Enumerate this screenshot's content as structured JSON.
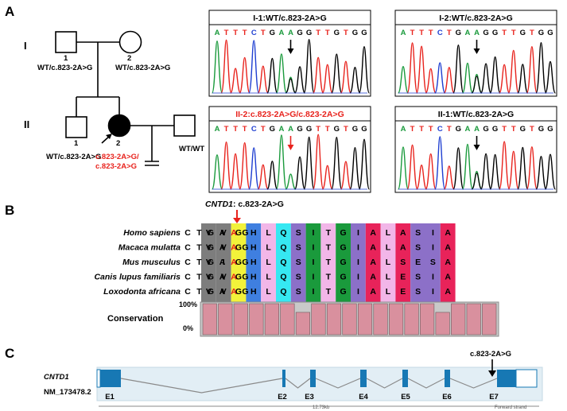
{
  "panels": {
    "a": "A",
    "b": "B",
    "c": "C"
  },
  "pedigree": {
    "gen1_label": "I",
    "gen2_label": "II",
    "i1": {
      "num": "1",
      "genotype": "WT/c.823-2A>G"
    },
    "i2": {
      "num": "2",
      "genotype": "WT/c.823-2A>G"
    },
    "ii1": {
      "num": "1",
      "genotype": "WT/c.823-2A>G"
    },
    "ii2": {
      "num": "2",
      "genotype_line1": "c.823-2A>G/",
      "genotype_line2": "c.823-2A>G"
    },
    "spouse": {
      "genotype": "WT/WT"
    }
  },
  "chromatograms": [
    {
      "title": "I-1:WT/c.823-2A>G",
      "title_color": "#000000",
      "arrow_color": "#000000"
    },
    {
      "title": "I-2:WT/c.823-2A>G",
      "title_color": "#000000",
      "arrow_color": "#000000"
    },
    {
      "title": "II-2:c.823-2A>G/c.823-2A>G",
      "title_color": "#e8231d",
      "arrow_color": "#e8231d"
    },
    {
      "title": "II-1:WT/c.823-2A>G",
      "title_color": "#000000",
      "arrow_color": "#000000"
    }
  ],
  "chromatogram_sequence": [
    "A",
    "T",
    "T",
    "T",
    "C",
    "T",
    "G",
    "A",
    "A",
    "G",
    "G",
    "T",
    "T",
    "G",
    "T",
    "G",
    "G"
  ],
  "base_colors": {
    "A": "#1a9a3c",
    "T": "#e8231d",
    "C": "#1f3fd1",
    "G": "#000000"
  },
  "conservation": {
    "gene": "CNTD1",
    "variant": ": c.823-2A>G",
    "species": [
      "Homo sapiens",
      "Macaca mulatta",
      "Mus musculus",
      "Canis lupus familiaris",
      "Loxodonta africana"
    ],
    "nucleotides": [
      "C",
      "T",
      "G",
      "A",
      "A",
      "G"
    ],
    "aa_rows": [
      [
        "V",
        "V",
        "G",
        "H",
        "L",
        "Q",
        "S",
        "I",
        "T",
        "G",
        "I",
        "A",
        "L",
        "A",
        "S",
        "I",
        "A"
      ],
      [
        "V",
        "V",
        "G",
        "H",
        "L",
        "Q",
        "S",
        "I",
        "T",
        "G",
        "I",
        "A",
        "L",
        "A",
        "S",
        "I",
        "A"
      ],
      [
        "V",
        "I",
        "G",
        "H",
        "L",
        "Q",
        "S",
        "I",
        "T",
        "G",
        "I",
        "A",
        "L",
        "S",
        "E",
        "S",
        "A"
      ],
      [
        "V",
        "V",
        "G",
        "H",
        "L",
        "Q",
        "S",
        "I",
        "T",
        "G",
        "I",
        "A",
        "L",
        "E",
        "S",
        "I",
        "A"
      ],
      [
        "V",
        "V",
        "G",
        "H",
        "L",
        "Q",
        "S",
        "I",
        "T",
        "G",
        "I",
        "A",
        "L",
        "E",
        "S",
        "I",
        "A"
      ]
    ],
    "aa_colors": [
      "#7d7d7d",
      "#7d7d7d",
      "#f2f23a",
      "#3f7fe0",
      "#f2b6e8",
      "#36e8f2",
      "#8c70c8",
      "#1a9a3c",
      "#f2b6e8",
      "#1a9a3c",
      "#8c70c8",
      "#e8235a",
      "#f2b6e8",
      "#e8235a",
      "#8c70c8",
      "#8c70c8",
      "#e8235a"
    ],
    "track_label": "Conservation",
    "pct_high": "100%",
    "pct_low": "0%",
    "conservation_values": [
      1,
      1,
      1,
      1,
      1,
      1,
      0.72,
      1,
      1,
      1,
      1,
      1,
      1,
      1,
      1,
      0.72,
      1,
      1,
      1
    ],
    "bar_color": "#d9909e"
  },
  "gene_model": {
    "gene": "CNTD1",
    "transcript": "NM_173478.2",
    "variant": "c.823-2A>G",
    "exons": [
      "E1",
      "E2",
      "E3",
      "E4",
      "E5",
      "E6",
      "E7"
    ],
    "scale_label": "12.73kb",
    "strand_label": "Forward strand",
    "exon_color": "#1778b4",
    "track_bg": "#e2eef5"
  }
}
